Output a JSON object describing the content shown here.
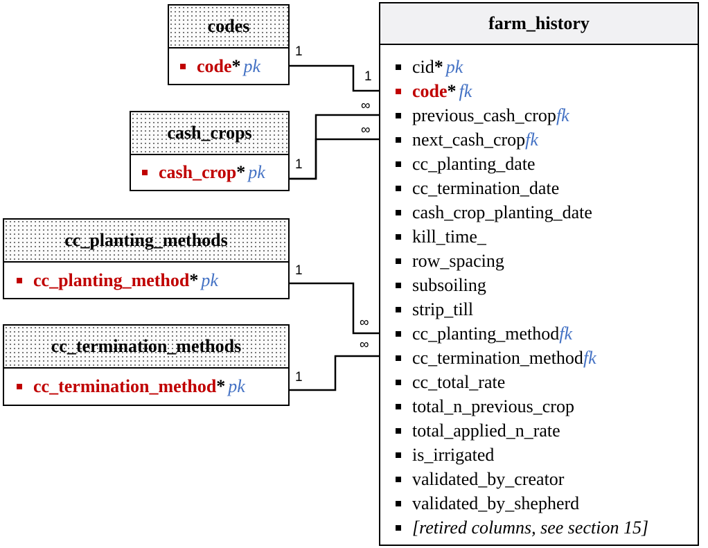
{
  "entities": {
    "codes": {
      "title": "codes",
      "key": "code",
      "star": "*",
      "tag": "pk"
    },
    "cash_crops": {
      "title": "cash_crops",
      "key": "cash_crop",
      "star": "*",
      "tag": "pk"
    },
    "cc_planting_methods": {
      "title": "cc_planting_methods",
      "key": "cc_planting_method",
      "star": "*",
      "tag": "pk"
    },
    "cc_termination_methods": {
      "title": "cc_termination_methods",
      "key": "cc_termination_method",
      "star": "*",
      "tag": "pk"
    },
    "farm_history": {
      "title": "farm_history",
      "attributes": [
        {
          "text": "cid",
          "star": "*",
          "tag": "pk",
          "red": false,
          "italic": false
        },
        {
          "text": "code",
          "star": "*",
          "tag": "fk",
          "red": true,
          "italic": false
        },
        {
          "text": "previous_cash_crop",
          "star": "",
          "tag": "fk",
          "red": false,
          "italic": false
        },
        {
          "text": "next_cash_crop",
          "star": "",
          "tag": "fk",
          "red": false,
          "italic": false
        },
        {
          "text": "cc_planting_date",
          "star": "",
          "tag": "",
          "red": false,
          "italic": false
        },
        {
          "text": "cc_termination_date",
          "star": "",
          "tag": "",
          "red": false,
          "italic": false
        },
        {
          "text": "cash_crop_planting_date",
          "star": "",
          "tag": "",
          "red": false,
          "italic": false
        },
        {
          "text": "kill_time_",
          "star": "",
          "tag": "",
          "red": false,
          "italic": false
        },
        {
          "text": "row_spacing",
          "star": "",
          "tag": "",
          "red": false,
          "italic": false
        },
        {
          "text": "subsoiling",
          "star": "",
          "tag": "",
          "red": false,
          "italic": false
        },
        {
          "text": "strip_till",
          "star": "",
          "tag": "",
          "red": false,
          "italic": false
        },
        {
          "text": "cc_planting_method",
          "star": "",
          "tag": "fk",
          "red": false,
          "italic": false
        },
        {
          "text": "cc_termination_method",
          "star": "",
          "tag": "fk",
          "red": false,
          "italic": false
        },
        {
          "text": "cc_total_rate",
          "star": "",
          "tag": "",
          "red": false,
          "italic": false
        },
        {
          "text": "total_n_previous_crop",
          "star": "",
          "tag": "",
          "red": false,
          "italic": false
        },
        {
          "text": "total_applied_n_rate",
          "star": "",
          "tag": "",
          "red": false,
          "italic": false
        },
        {
          "text": "is_irrigated",
          "star": "",
          "tag": "",
          "red": false,
          "italic": false
        },
        {
          "text": "validated_by_creator",
          "star": "",
          "tag": "",
          "red": false,
          "italic": false
        },
        {
          "text": "validated_by_shepherd",
          "star": "",
          "tag": "",
          "red": false,
          "italic": false
        },
        {
          "text": "[retired columns, see section 15]",
          "star": "",
          "tag": "",
          "red": false,
          "italic": true
        }
      ]
    }
  },
  "relationships": [
    {
      "from": "codes",
      "to": "farm_history",
      "one": "1",
      "many_end": "1"
    },
    {
      "from": "cash_crops",
      "to": "farm_history",
      "one": "1",
      "many_end": "∞"
    },
    {
      "from": "cash_crops",
      "to": "farm_history",
      "one": "",
      "many_end": "∞"
    },
    {
      "from": "cc_planting_methods",
      "to": "farm_history",
      "one": "1",
      "many_end": "∞"
    },
    {
      "from": "cc_termination_methods",
      "to": "farm_history",
      "one": "1",
      "many_end": "∞"
    }
  ]
}
